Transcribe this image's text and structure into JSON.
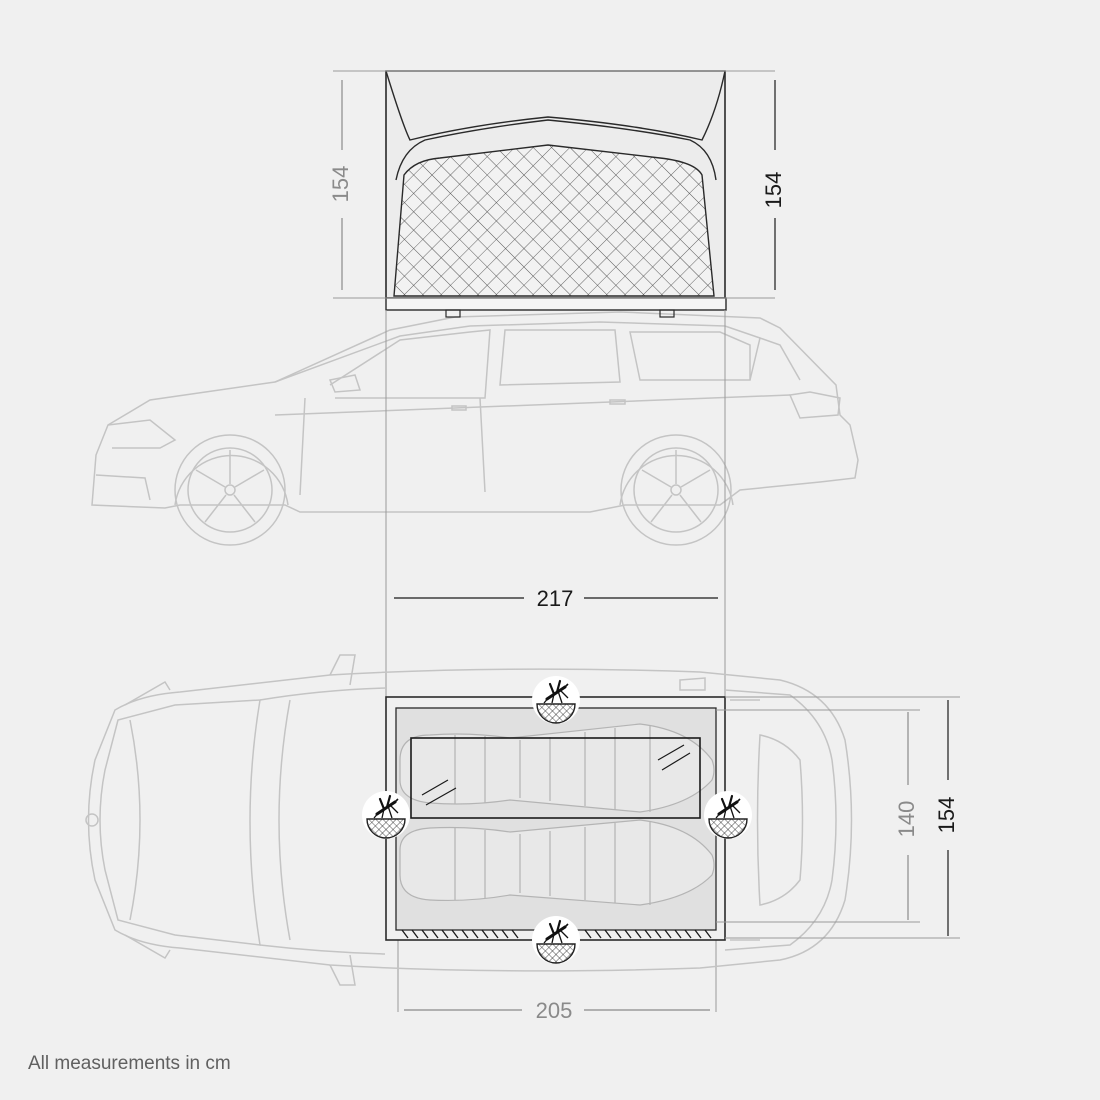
{
  "dimensions": {
    "side_height_left": "154",
    "side_height_right": "154",
    "length_roof": "217",
    "width_inner": "140",
    "width_outer": "154",
    "length_floor": "205"
  },
  "footnote": "All measurements in cm",
  "icons": [
    "mosquito-net-icon"
  ],
  "colors": {
    "background": "#f0f0f0",
    "car_line": "#c4c4c4",
    "tent_line": "#2a2a2a",
    "dim_dark": "#1a1a1a",
    "dim_light": "#8a8a8a"
  }
}
